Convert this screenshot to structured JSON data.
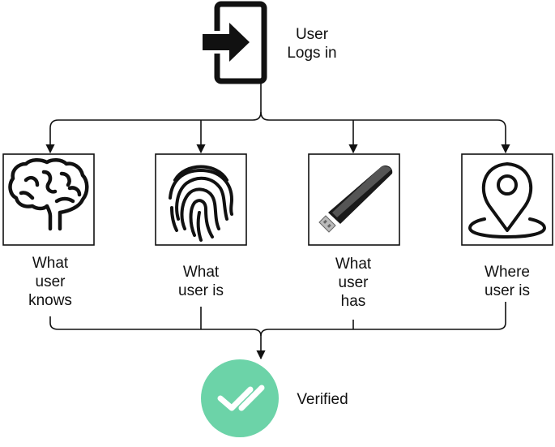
{
  "start": {
    "label_lines": [
      "User",
      "Logs in"
    ],
    "icon": "login-icon"
  },
  "factors": [
    {
      "id": "knows",
      "label_lines": [
        "What",
        "user",
        "knows"
      ],
      "icon": "brain-icon"
    },
    {
      "id": "is",
      "label_lines": [
        "What",
        "user is"
      ],
      "icon": "fingerprint-icon"
    },
    {
      "id": "has",
      "label_lines": [
        "What",
        "user",
        "has"
      ],
      "icon": "usb-key-icon"
    },
    {
      "id": "where",
      "label_lines": [
        "Where",
        "user is"
      ],
      "icon": "location-pin-icon"
    }
  ],
  "result": {
    "label": "Verified",
    "icon": "double-check-icon",
    "color": "#6cd3a8"
  },
  "colors": {
    "line": "#111111",
    "text": "#111111"
  }
}
